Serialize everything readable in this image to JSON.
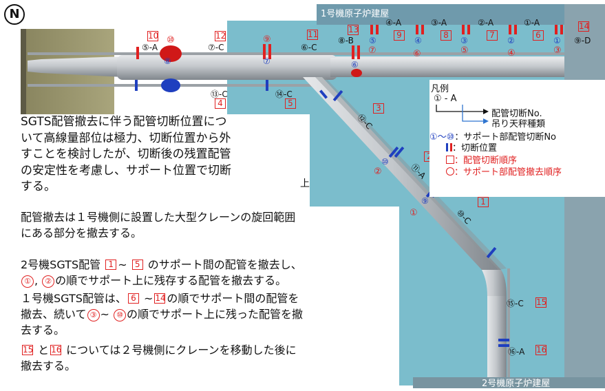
{
  "north_symbol": "N",
  "building_labels": {
    "unit1": "1号機原子炉建屋",
    "unit2": "2号機原子炉建屋"
  },
  "pipe_labels": [
    "⑤-A",
    "⑦-C",
    "⑥-C",
    "⑧-B",
    "④-A",
    "③-A",
    "②-A",
    "①-A",
    "⑨-D",
    "⑬-C",
    "⑭-C",
    "⑫-C",
    "⑪-A",
    "⑩-C",
    "⑮-C",
    "⑯-A"
  ],
  "cut_order_numbers": [
    "10",
    "12",
    "11",
    "13",
    "9",
    "8",
    "7",
    "6",
    "14",
    "4",
    "5",
    "3",
    "2",
    "1",
    "15",
    "16"
  ],
  "support_order_numbers": [
    "⑩",
    "⑨",
    "⑦",
    "⑥",
    "⑤",
    "④",
    "③",
    "②",
    "①"
  ],
  "support_cut_numbers": [
    "⑧",
    "⑦",
    "⑥",
    "⑤",
    "④",
    "③",
    "②",
    "①",
    "⑩",
    "⑨"
  ],
  "stray_text": "上",
  "legend": {
    "title": "凡例",
    "example_label": "① - A",
    "arrow_cut_no": "配管切断No.",
    "arrow_hanger": "吊り天秤種類",
    "support_cut_range": "①〜⑩",
    "support_cut_text": "：サポート部配管切断No",
    "cut_position": "：切断位置",
    "cut_order": "：配管切断順序",
    "removal_order": "：サポート部配管撤去順序"
  },
  "text": {
    "para1": [
      "SGTS配管撤去に伴う配管切断位置につ",
      "いて高線量部位は極力、切断位置から外",
      "すことを検討したが、切断後の残置配管",
      "の安定性を考慮し、サポート位置で切断",
      "する。"
    ],
    "para2": [
      "配管撤去は１号機側に設置した大型クレーンの旋回範囲",
      "にある部分を撤去する。"
    ],
    "para3_line1": {
      "a": "2号機SGTS配管 ",
      "sq1": "1",
      "b": "~ ",
      "sq2": "5",
      "c": " のサポート間の配管を撤去し、"
    },
    "para3_line2": {
      "c1": "①",
      "a": ", ",
      "c2": "②",
      "b": "の順でサポート上に残存する配管を撤去する。"
    },
    "para4_line1": {
      "a": "１号機SGTS配管は、",
      "sq1": "6",
      "b": " ~",
      "sq2": "14",
      "c": "の順でサポート間の配管を"
    },
    "para4_line2": {
      "a": "撤去、続いて",
      "c1": "③",
      "b": "~ ",
      "c2": "⑩",
      "c": "の順でサポート上に残った配管を撤"
    },
    "para4_line3": "去する。",
    "para5_line1": {
      "sq1": "15",
      "a": " と",
      "sq2": "16",
      "b": " については２号機側にクレーンを移動した後に"
    },
    "para5_line2": "撤去する。"
  },
  "colors": {
    "water": "#7bbdcc",
    "pipe": "#b8bcc0",
    "cut_red": "#e02020",
    "support_blue": "#1f3fbf"
  }
}
